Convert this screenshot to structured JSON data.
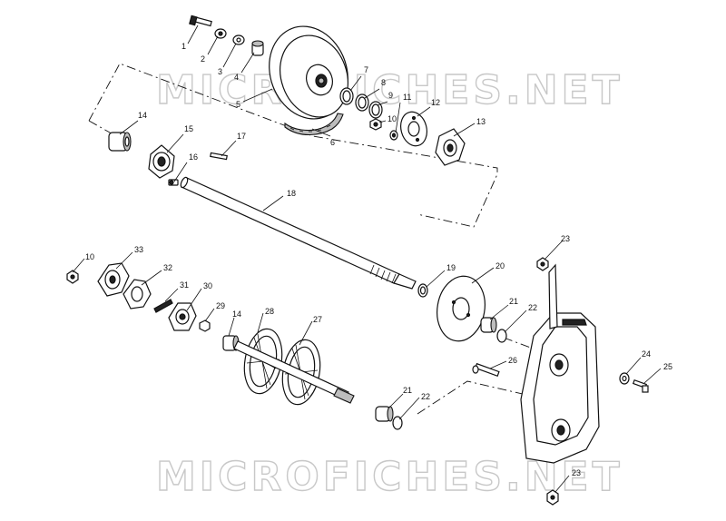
{
  "watermark": {
    "top": "MICROFICHES.NET",
    "bottom": "MICROFICHES.NET"
  },
  "callouts": {
    "c1": "1",
    "c2": "2",
    "c3": "3",
    "c4": "4",
    "c5": "5",
    "c6": "6",
    "c7": "7",
    "c8": "8",
    "c9": "9",
    "c10a": "10",
    "c11": "11",
    "c12": "12",
    "c13": "13",
    "c14a": "14",
    "c15": "15",
    "c16": "16",
    "c17": "17",
    "c18": "18",
    "c10b": "10",
    "c33": "33",
    "c32": "32",
    "c31": "31",
    "c30": "30",
    "c29": "29",
    "c14b": "14",
    "c28": "28",
    "c27": "27",
    "c19": "19",
    "c20": "20",
    "c21a": "21",
    "c22a": "22",
    "c23a": "23",
    "c24": "24",
    "c25": "25",
    "c26": "26",
    "c21b": "21",
    "c22b": "22",
    "c23b": "23"
  },
  "colors": {
    "line": "#111111",
    "watermark_outline": "#c8c8c8",
    "background": "#ffffff"
  }
}
